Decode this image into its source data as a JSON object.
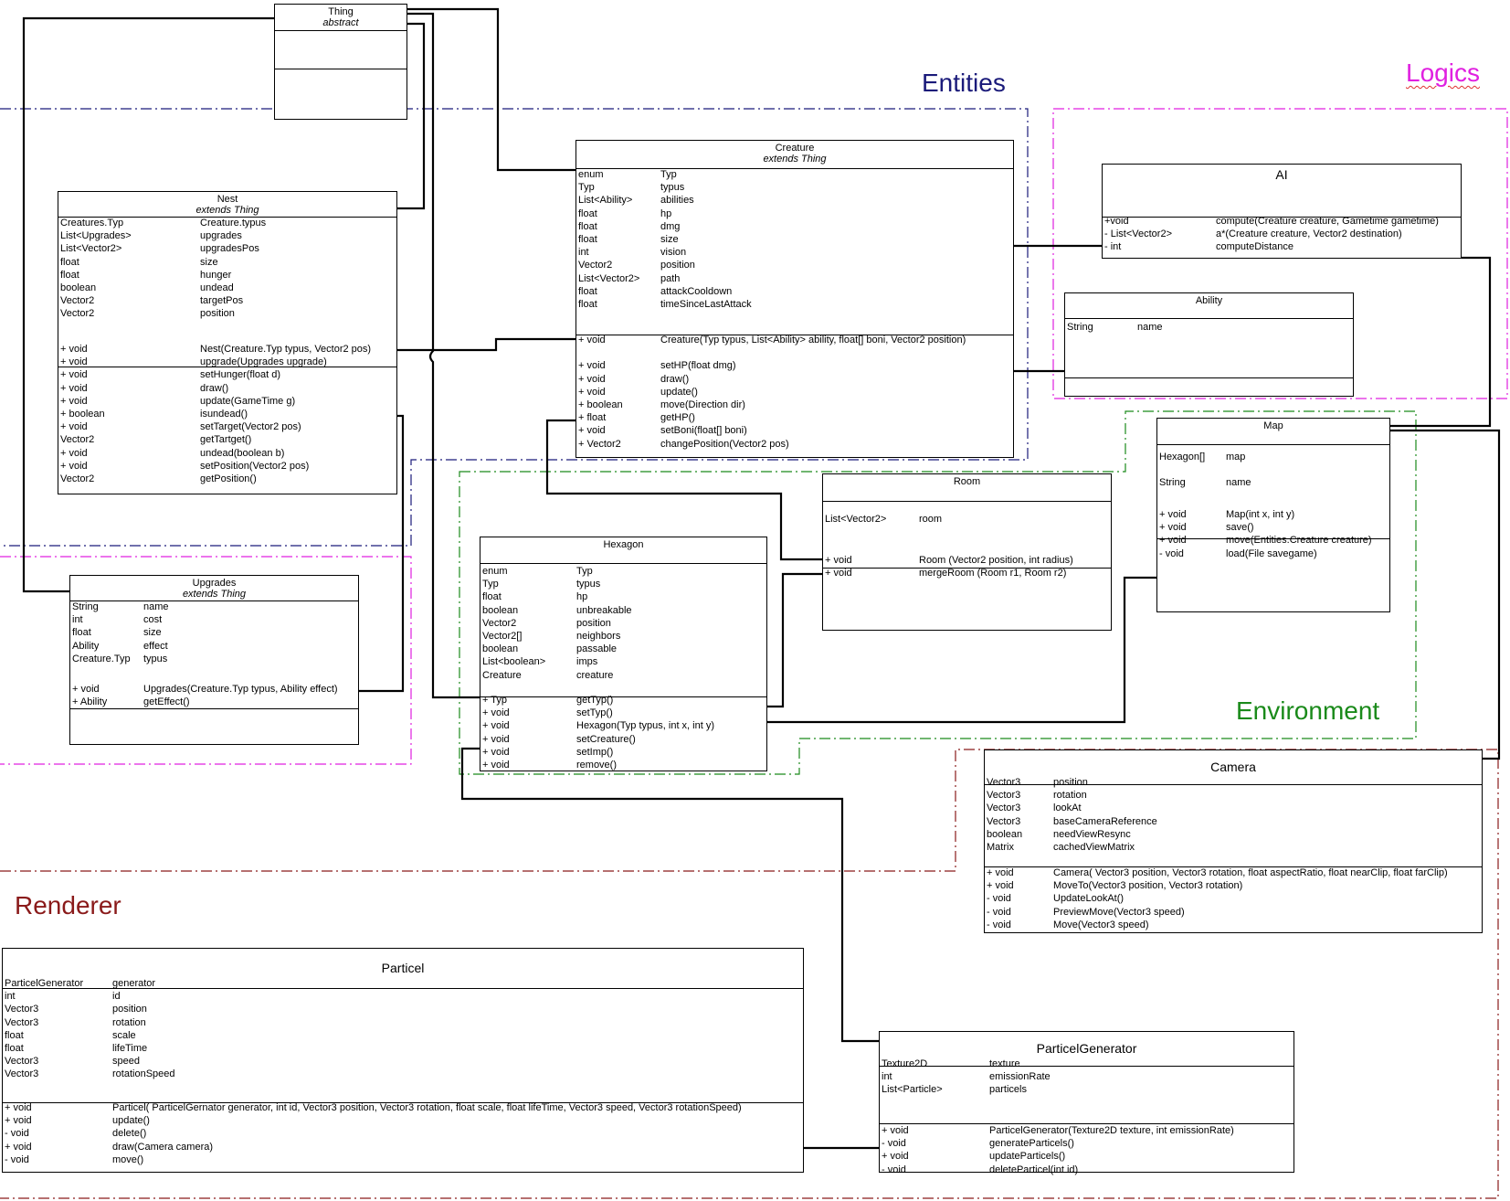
{
  "groups": {
    "entities": {
      "label": "Entities",
      "color": "#1a1a7a"
    },
    "logics": {
      "label": "Logics",
      "color": "#e020e0"
    },
    "environment": {
      "label": "Environment",
      "color": "#1a8a1a"
    },
    "renderer": {
      "label": "Renderer",
      "color": "#8a1a1a"
    }
  },
  "classes": {
    "thing": {
      "name": "Thing",
      "stereotype": "abstract"
    },
    "nest": {
      "name": "Nest",
      "stereotype": "extends Thing",
      "attributes": [
        [
          "Creatures.Typ",
          "Creature.typus"
        ],
        [
          "List<Upgrades>",
          "upgrades"
        ],
        [
          "List<Vector2>",
          "upgradesPos"
        ],
        [
          "float",
          "size"
        ],
        [
          "float",
          "hunger"
        ],
        [
          "boolean",
          "undead"
        ],
        [
          "Vector2",
          "targetPos"
        ],
        [
          "Vector2",
          "position"
        ]
      ],
      "operations": [
        [
          "+ void",
          "Nest(Creature.Typ typus, Vector2 pos)"
        ],
        [
          "+ void",
          "upgrade(Upgrades upgrade)"
        ],
        [
          "+ void",
          "setHunger(float d)"
        ],
        [
          "+ void",
          "draw()"
        ],
        [
          "+ void",
          "update(GameTime g)"
        ],
        [
          "+ boolean",
          "isundead()"
        ],
        [
          "+ void",
          "setTarget(Vector2 pos)"
        ],
        [
          "Vector2",
          "getTartget()"
        ],
        [
          "+ void",
          "undead(boolean b)"
        ],
        [
          "+ void",
          "setPosition(Vector2 pos)"
        ],
        [
          "Vector2",
          "getPosition()"
        ]
      ]
    },
    "upgrades": {
      "name": "Upgrades",
      "stereotype": "extends Thing",
      "attributes": [
        [
          "String",
          "name"
        ],
        [
          "int",
          "cost"
        ],
        [
          "float",
          "size"
        ],
        [
          "Ability",
          "effect"
        ],
        [
          "Creature.Typ",
          "typus"
        ]
      ],
      "operations": [
        [
          "+ void",
          "Upgrades(Creature.Typ typus, Ability effect)"
        ],
        [
          "+ Ability",
          "getEffect()"
        ]
      ]
    },
    "creature": {
      "name": "Creature",
      "stereotype": "extends Thing",
      "attributes": [
        [
          "enum",
          "Typ"
        ],
        [
          "Typ",
          "typus"
        ],
        [
          "List<Ability>",
          "abilities"
        ],
        [
          "float",
          "hp"
        ],
        [
          "float",
          "dmg"
        ],
        [
          "float",
          "size"
        ],
        [
          "int",
          "vision"
        ],
        [
          "Vector2",
          "position"
        ],
        [
          "List<Vector2>",
          "path"
        ],
        [
          "float",
          "attackCooldown"
        ],
        [
          "float",
          "timeSinceLastAttack"
        ]
      ],
      "operations": [
        [
          "+ void",
          "Creature(Typ typus, List<Ability> ability, float[] boni, Vector2 position)"
        ],
        [
          "",
          ""
        ],
        [
          "+ void",
          "setHP(float dmg)"
        ],
        [
          "+ void",
          "draw()"
        ],
        [
          "+ void",
          "update()"
        ],
        [
          "+ boolean",
          "move(Direction dir)"
        ],
        [
          "+ float",
          "getHP()"
        ],
        [
          "+ void",
          "setBoni(float[] boni)"
        ],
        [
          "+ Vector2",
          "changePosition(Vector2 pos)"
        ]
      ]
    },
    "ai": {
      "name": "AI",
      "operations": [
        [
          "+void",
          "compute(Creature creature, Gametime gametime)"
        ],
        [
          "- List<Vector2>",
          "a*(Creature creature, Vector2 destination)"
        ],
        [
          "- int",
          "computeDistance"
        ]
      ]
    },
    "ability": {
      "name": "Ability",
      "attributes": [
        [
          "String",
          "name"
        ]
      ]
    },
    "map": {
      "name": "Map",
      "attributes": [
        [
          "Hexagon[]",
          "map"
        ],
        [
          "",
          ""
        ],
        [
          "String",
          "name"
        ]
      ],
      "operations": [
        [
          "+ void",
          "Map(int x, int y)"
        ],
        [
          "+ void",
          "save()"
        ],
        [
          "+ void",
          "move(Entities.Creature creature)"
        ],
        [
          "- void",
          "load(File savegame)"
        ]
      ]
    },
    "room": {
      "name": "Room",
      "attributes": [
        [
          "List<Vector2>",
          "room"
        ]
      ],
      "operations": [
        [
          "+ void",
          "Room  (Vector2 position, int radius)"
        ],
        [
          "+ void",
          "mergeRoom  (Room  r1, Room  r2)"
        ]
      ]
    },
    "hexagon": {
      "name": "Hexagon",
      "attributes": [
        [
          "enum",
          "Typ"
        ],
        [
          "Typ",
          "typus"
        ],
        [
          "float",
          "hp"
        ],
        [
          "boolean",
          "unbreakable"
        ],
        [
          "Vector2",
          "position"
        ],
        [
          "Vector2[]",
          "neighbors"
        ],
        [
          "boolean",
          "passable"
        ],
        [
          "List<boolean>",
          "imps"
        ],
        [
          "Creature",
          "creature"
        ]
      ],
      "operations": [
        [
          "+ Typ",
          "getTyp()"
        ],
        [
          "+ void",
          "setTyp()"
        ],
        [
          "+ void",
          "Hexagon(Typ typus, int x, int y)"
        ],
        [
          "+ void",
          "setCreature()"
        ],
        [
          "+ void",
          "setImp()"
        ],
        [
          "+ void",
          "remove()"
        ]
      ]
    },
    "camera": {
      "name": "Camera",
      "attributes": [
        [
          "Vector3",
          "position"
        ],
        [
          "Vector3",
          "rotation"
        ],
        [
          "Vector3",
          "lookAt"
        ],
        [
          "Vector3",
          "baseCameraReference"
        ],
        [
          "boolean",
          "needViewResync"
        ],
        [
          "Matrix",
          "cachedViewMatrix"
        ]
      ],
      "operations": [
        [
          "+ void",
          "Camera( Vector3 position, Vector3 rotation, float aspectRatio, float nearClip, float farClip)"
        ],
        [
          "+ void",
          "MoveTo(Vector3 position, Vector3 rotation)"
        ],
        [
          "- void",
          "UpdateLookAt()"
        ],
        [
          "- void",
          "PreviewMove(Vector3 speed)"
        ],
        [
          "- void",
          "Move(Vector3 speed)"
        ]
      ]
    },
    "particel": {
      "name": "Particel",
      "attributes": [
        [
          "ParticelGenerator",
          "generator"
        ],
        [
          "int",
          "id"
        ],
        [
          "Vector3",
          "position"
        ],
        [
          "Vector3",
          "rotation"
        ],
        [
          "float",
          "scale"
        ],
        [
          "float",
          "lifeTime"
        ],
        [
          "Vector3",
          "speed"
        ],
        [
          "Vector3",
          "rotationSpeed"
        ]
      ],
      "operations": [
        [
          "+ void",
          "Particel( ParticelGernator generator, int id, Vector3 position, Vector3 rotation, float scale, float lifeTime, Vector3 speed, Vector3 rotationSpeed)"
        ],
        [
          "+ void",
          "update()"
        ],
        [
          "- void",
          "delete()"
        ],
        [
          "+ void",
          "draw(Camera camera)"
        ],
        [
          "- void",
          "move()"
        ]
      ]
    },
    "particelgenerator": {
      "name": "ParticelGenerator",
      "attributes": [
        [
          "Texture2D",
          "texture"
        ],
        [
          "int",
          "emissionRate"
        ],
        [
          "List<Particle>",
          "particels"
        ]
      ],
      "operations": [
        [
          "+ void",
          "ParticelGenerator(Texture2D texture, int emissionRate)"
        ],
        [
          "- void",
          "generateParticels()"
        ],
        [
          "+ void",
          "updateParticels()"
        ],
        [
          "- void",
          "deleteParticel(int id)"
        ]
      ]
    }
  }
}
